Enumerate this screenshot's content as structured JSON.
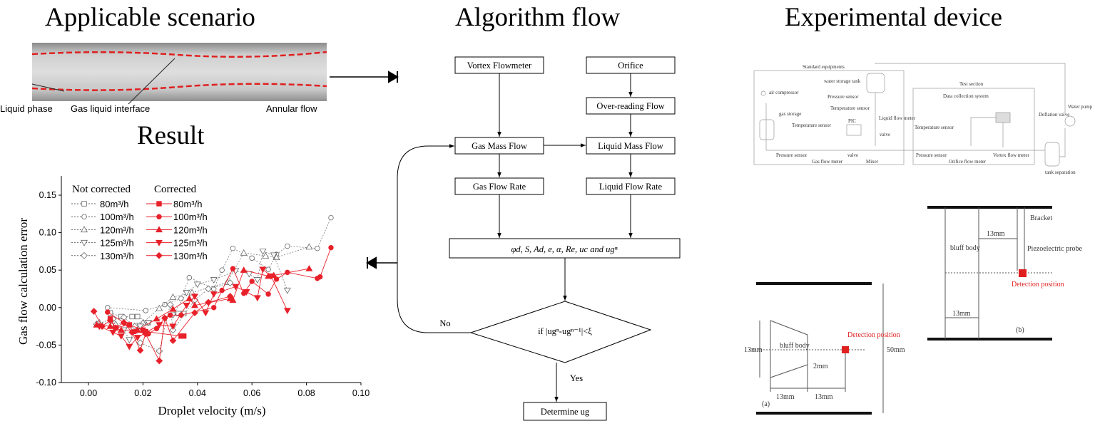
{
  "sections": {
    "applicable": "Applicable scenario",
    "algorithm": "Algorithm flow",
    "experimental": "Experimental device",
    "result": "Result"
  },
  "photo_labels": {
    "liquid": "Liquid phase",
    "interface": "Gas liquid interface",
    "annular": "Annular flow"
  },
  "flow": {
    "vortex": "Vortex Flowmeter",
    "orifice": "Orifice",
    "over_reading": "Over-reading Flow",
    "gas_mass": "Gas Mass Flow",
    "liquid_mass": "Liquid Mass Flow",
    "gas_rate": "Gas  Flow Rate",
    "liquid_rate": "Liquid Flow Rate",
    "params": "φd,  S,  Ad,  e,  α,  Re,  uc and ugⁿ",
    "condition": "if    |ugⁿ-ugⁿ⁻¹|<ξ",
    "no": "No",
    "yes": "Yes",
    "determine": "Determine ug"
  },
  "device": {
    "standard": "Standard equipments",
    "water_tank": "water storage tank",
    "pressure_sensor": "Pressure sensor",
    "temperature_sensor": "Temperature sensor",
    "air_compressor": "air compressor",
    "gas_storage": "gas storage",
    "liquid_flow_meter": "Liquid flow meter",
    "pic": "PIC",
    "valve": "valve",
    "gas_flow_meter": "Gas flow meter",
    "mixer": "Mixer",
    "test_section": "Test section",
    "data_collection": "Data collection system",
    "orifice_meter": "Orifice flow meter",
    "vortex_meter": "Vortex flow meter",
    "deflation_valve": "Deflation valve",
    "water_pump": "Water pump",
    "tank_separation": "tank separation"
  },
  "bluff": {
    "a_label": "(a)",
    "b_label": "(b)",
    "detection": "Detection position",
    "bluff_body": "bluff body",
    "bracket": "Bracket",
    "probe": "Piezoelectric probe",
    "d13": "13mm",
    "d2": "2mm",
    "d50": "50mm"
  },
  "colors": {
    "corrected": "#e8202a",
    "not_corrected": "#666666",
    "detection": "#e02020"
  },
  "chart_data": {
    "type": "scatter",
    "xlabel": "Droplet velocity  (m/s)",
    "ylabel": "Gas flow calculation error",
    "xlim": [
      -0.01,
      0.1
    ],
    "ylim": [
      -0.1,
      0.175
    ],
    "xticks": [
      "0.00",
      "0.02",
      "0.04",
      "0.06",
      "0.08",
      "0.10"
    ],
    "yticks": [
      "-0.10",
      "-0.05",
      "0.00",
      "0.05",
      "0.10",
      "0.15"
    ],
    "legend_groups": [
      "Not corrected",
      "Corrected"
    ],
    "legend_placement": "top-left",
    "series": [
      {
        "name": "80m³/h",
        "group": "Not corrected",
        "marker": "square",
        "points": [
          [
            0.008,
            -0.007
          ],
          [
            0.012,
            -0.012
          ],
          [
            0.016,
            -0.012
          ],
          [
            0.018,
            -0.012
          ],
          [
            0.022,
            -0.02
          ],
          [
            0.033,
            -0.008
          ],
          [
            0.035,
            -0.008
          ]
        ]
      },
      {
        "name": "100m³/h",
        "group": "Not corrected",
        "marker": "circle",
        "points": [
          [
            0.007,
            0
          ],
          [
            0.021,
            -0.004
          ],
          [
            0.028,
            0.004
          ],
          [
            0.034,
            0.012
          ],
          [
            0.037,
            0.04
          ],
          [
            0.046,
            0.025
          ],
          [
            0.049,
            0.05
          ],
          [
            0.053,
            0.079
          ],
          [
            0.06,
            0.066
          ],
          [
            0.066,
            0.051
          ],
          [
            0.069,
            0.071
          ],
          [
            0.073,
            0.082
          ],
          [
            0.084,
            0.079
          ],
          [
            0.089,
            0.12
          ]
        ]
      },
      {
        "name": "120m³/h",
        "group": "Not corrected",
        "marker": "triangle-up",
        "points": [
          [
            0.004,
            -0.02
          ],
          [
            0.01,
            -0.022
          ],
          [
            0.02,
            -0.02
          ],
          [
            0.026,
            -0.001
          ],
          [
            0.031,
            0.014
          ],
          [
            0.038,
            0.02
          ],
          [
            0.051,
            0.034
          ],
          [
            0.057,
            0.073
          ],
          [
            0.065,
            0.069
          ],
          [
            0.069,
            0.067
          ],
          [
            0.081,
            0.081
          ]
        ]
      },
      {
        "name": "125m³/h",
        "group": "Not corrected",
        "marker": "triangle-down",
        "points": [
          [
            0.013,
            -0.03
          ],
          [
            0.015,
            -0.043
          ],
          [
            0.019,
            -0.025
          ],
          [
            0.022,
            -0.02
          ],
          [
            0.031,
            -0.01
          ],
          [
            0.036,
            0.02
          ],
          [
            0.04,
            0.031
          ],
          [
            0.046,
            0.037
          ],
          [
            0.054,
            0.049
          ],
          [
            0.059,
            0.045
          ],
          [
            0.062,
            0.037
          ],
          [
            0.064,
            0.075
          ],
          [
            0.068,
            0.07
          ],
          [
            0.073,
            0.023
          ]
        ]
      },
      {
        "name": "130m³/h",
        "group": "Not corrected",
        "marker": "diamond",
        "points": [
          [
            0.003,
            -0.022
          ],
          [
            0.009,
            -0.015
          ],
          [
            0.013,
            -0.013
          ],
          [
            0.017,
            -0.025
          ],
          [
            0.019,
            -0.047
          ],
          [
            0.026,
            -0.058
          ],
          [
            0.03,
            0.004
          ],
          [
            0.031,
            -0.03
          ],
          [
            0.039,
            0.01
          ],
          [
            0.044,
            0.025
          ],
          [
            0.052,
            0.033
          ]
        ]
      },
      {
        "name": "80m³/h",
        "group": "Corrected",
        "marker": "square",
        "points": [
          [
            0.008,
            -0.015
          ],
          [
            0.01,
            -0.027
          ],
          [
            0.015,
            -0.023
          ],
          [
            0.02,
            -0.03
          ],
          [
            0.021,
            -0.032
          ],
          [
            0.034,
            -0.038
          ],
          [
            0.035,
            -0.038
          ]
        ]
      },
      {
        "name": "100m³/h",
        "group": "Corrected",
        "marker": "circle",
        "points": [
          [
            0.007,
            -0.006
          ],
          [
            0.013,
            -0.02
          ],
          [
            0.017,
            -0.032
          ],
          [
            0.022,
            -0.035
          ],
          [
            0.025,
            -0.028
          ],
          [
            0.028,
            -0.014
          ],
          [
            0.03,
            -0.01
          ],
          [
            0.034,
            -0.01
          ],
          [
            0.046,
            0
          ],
          [
            0.049,
            0.023
          ],
          [
            0.053,
            0.052
          ],
          [
            0.057,
            0.019
          ],
          [
            0.06,
            0.035
          ],
          [
            0.066,
            0.018
          ],
          [
            0.069,
            0.038
          ],
          [
            0.073,
            0.047
          ],
          [
            0.084,
            0.039
          ],
          [
            0.085,
            0.041
          ],
          [
            0.089,
            0.08
          ]
        ]
      },
      {
        "name": "120m³/h",
        "group": "Corrected",
        "marker": "triangle-up",
        "points": [
          [
            0.003,
            -0.023
          ],
          [
            0.008,
            -0.025
          ],
          [
            0.012,
            -0.03
          ],
          [
            0.018,
            -0.03
          ],
          [
            0.025,
            -0.015
          ],
          [
            0.031,
            -0.002
          ],
          [
            0.037,
            0.012
          ],
          [
            0.039,
            0.003
          ],
          [
            0.052,
            0.012
          ],
          [
            0.053,
            0.01
          ],
          [
            0.057,
            0.05
          ],
          [
            0.066,
            0.042
          ],
          [
            0.068,
            0.043
          ],
          [
            0.081,
            0.052
          ]
        ]
      },
      {
        "name": "125m³/h",
        "group": "Corrected",
        "marker": "triangle-down",
        "points": [
          [
            0.004,
            -0.025
          ],
          [
            0.009,
            -0.033
          ],
          [
            0.012,
            -0.038
          ],
          [
            0.015,
            -0.052
          ],
          [
            0.018,
            -0.04
          ],
          [
            0.026,
            -0.023
          ],
          [
            0.031,
            -0.025
          ],
          [
            0.036,
            0.003
          ],
          [
            0.039,
            0.015
          ],
          [
            0.043,
            -0.007
          ],
          [
            0.046,
            0.018
          ],
          [
            0.054,
            0.028
          ],
          [
            0.058,
            0.021
          ],
          [
            0.062,
            0.013
          ],
          [
            0.064,
            0.051
          ],
          [
            0.067,
            0.042
          ],
          [
            0.073,
            -0.004
          ]
        ]
      },
      {
        "name": "130m³/h",
        "group": "Corrected",
        "marker": "diamond",
        "points": [
          [
            0.002,
            -0.005
          ],
          [
            0.005,
            -0.025
          ],
          [
            0.008,
            -0.017
          ],
          [
            0.01,
            -0.027
          ],
          [
            0.013,
            -0.02
          ],
          [
            0.016,
            -0.033
          ],
          [
            0.019,
            -0.057
          ],
          [
            0.021,
            -0.035
          ],
          [
            0.026,
            -0.071
          ],
          [
            0.028,
            -0.014
          ],
          [
            0.031,
            -0.044
          ],
          [
            0.039,
            -0.007
          ],
          [
            0.044,
            0.007
          ],
          [
            0.052,
            0.015
          ]
        ]
      }
    ]
  }
}
